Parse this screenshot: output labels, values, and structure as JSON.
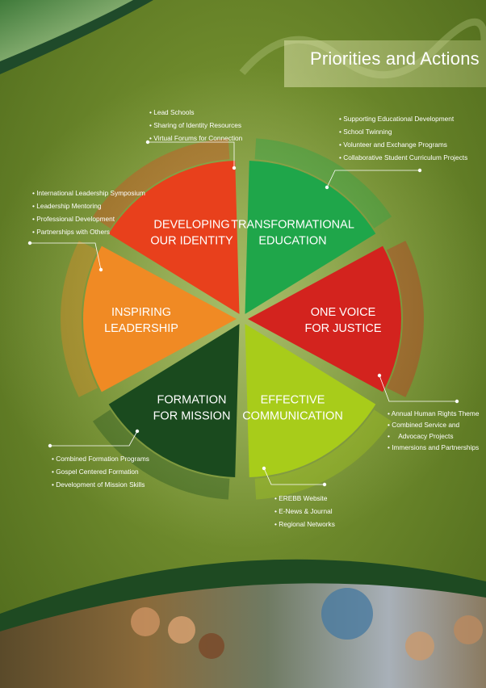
{
  "header": {
    "title": "Priorities and Actions"
  },
  "segments": [
    {
      "id": "identity",
      "line1": "DEVELOPING",
      "line2": "OUR IDENTITY",
      "color": "#e8401c",
      "bullets": [
        "Lead Schools",
        "Sharing of Identity Resources",
        "Virtual Forums for Connection"
      ]
    },
    {
      "id": "education",
      "line1": "TRANSFORMATIONAL",
      "line2": "EDUCATION",
      "color": "#1fa64a",
      "bullets": [
        "Supporting Educational Development",
        "School Twinning",
        "Volunteer and Exchange Programs",
        "Collaborative Student Curriculum Projects"
      ]
    },
    {
      "id": "justice",
      "line1": "ONE VOICE",
      "line2": "FOR JUSTICE",
      "color": "#d3231e",
      "bullets": [
        "Annual Human Rights Theme",
        "Combined Service and",
        "Advocacy Projects",
        "Immersions and Partnerships"
      ]
    },
    {
      "id": "communication",
      "line1": "EFFECTIVE",
      "line2": "COMMUNICATION",
      "color": "#a8cc1a",
      "bullets": [
        "EREBB Website",
        "E-News & Journal",
        "Regional Networks"
      ]
    },
    {
      "id": "mission",
      "line1": "FORMATION",
      "line2": "FOR MISSION",
      "color": "#1a4a1e",
      "bullets": [
        "Combined Formation Programs",
        "Gospel Centered Formation",
        "Development of Mission Skills"
      ]
    },
    {
      "id": "leadership",
      "line1": "INSPIRING",
      "line2": "LEADERSHIP",
      "color": "#f08a24",
      "bullets": [
        "International Leadership Symposium",
        "Leadership Mentoring",
        "Professional Development",
        "Partnerships with Others"
      ]
    }
  ]
}
